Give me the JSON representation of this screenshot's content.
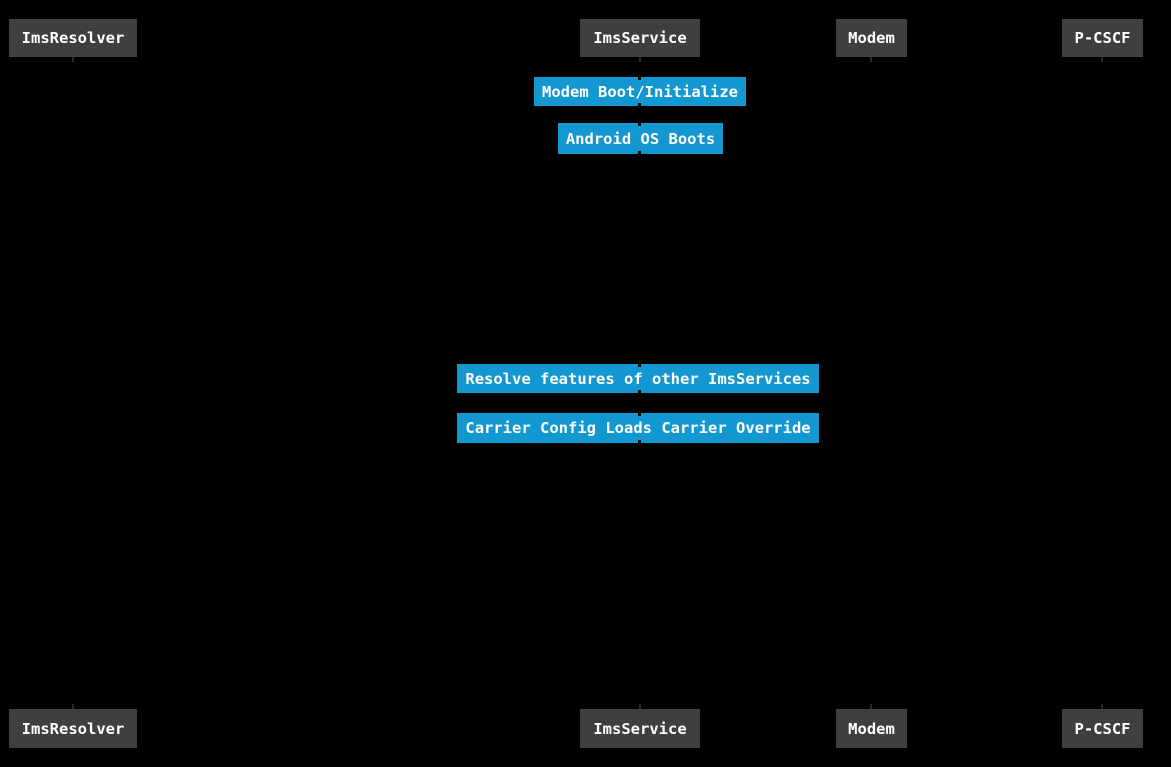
{
  "diagram": {
    "type": "sequence-diagram",
    "background_color": "#000000",
    "participant_fill_color": "#3f3f3f",
    "note_fill_color": "#1297d0",
    "text_color": "#ffffff",
    "participants": [
      {
        "label": "ImsResolver"
      },
      {
        "label": "ImsService"
      },
      {
        "label": "Modem"
      },
      {
        "label": "P-CSCF"
      }
    ],
    "notes": [
      {
        "label": "Modem Boot/Initialize"
      },
      {
        "label": "Android OS Boots"
      },
      {
        "label": "Resolve features of other ImsServices"
      },
      {
        "label": "Carrier Config Loads Carrier Override"
      }
    ]
  }
}
